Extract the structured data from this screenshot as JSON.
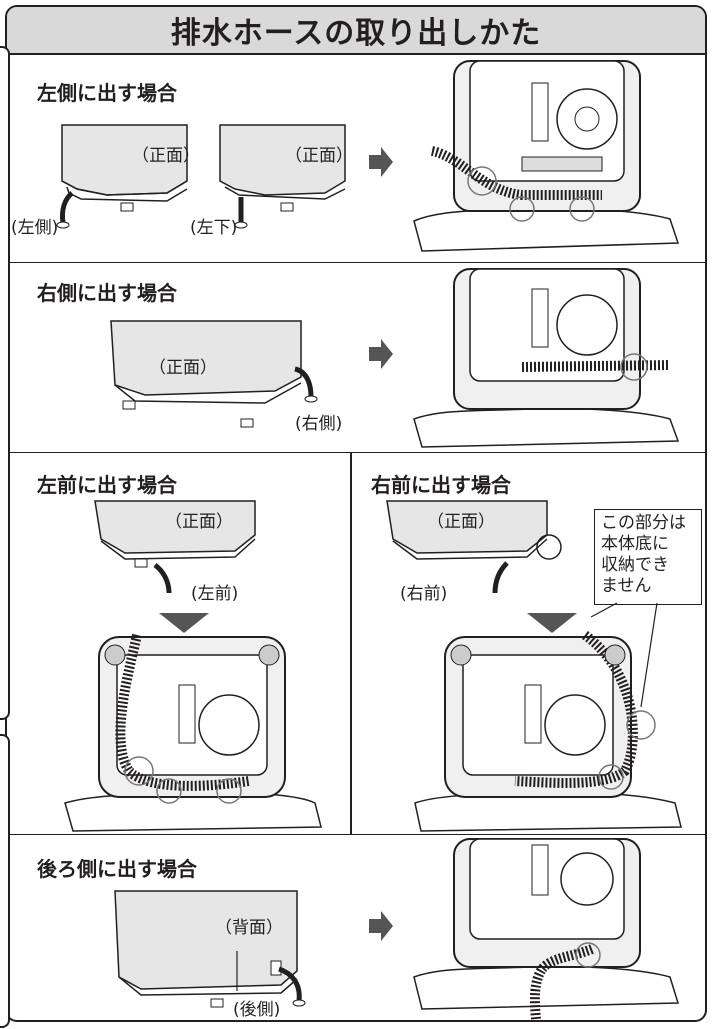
{
  "title": "排水ホースの取り出しかた",
  "sections": {
    "left_side": {
      "title": "左側に出す場合",
      "front_label_1": "（正面）",
      "front_label_2": "（正面）",
      "side_label": "(左側)",
      "down_label": "(左下)"
    },
    "right_side": {
      "title": "右側に出す場合",
      "front_label": "（正面）",
      "side_label": "(右側)"
    },
    "left_front": {
      "title": "左前に出す場合",
      "front_label": "（正面）",
      "side_label": "(左前)"
    },
    "right_front": {
      "title": "右前に出す場合",
      "front_label": "（正面）",
      "side_label": "(右前)",
      "callout_lines": [
        "この部分は",
        "本体底に",
        "収納でき",
        "ません"
      ]
    },
    "back_side": {
      "title": "後ろ側に出す場合",
      "back_label": "（背面）",
      "side_label": "(後側)"
    }
  },
  "colors": {
    "title_bg": "#d9d9d9",
    "line": "#231f20",
    "machine_fill": "#e6e6e6",
    "arrow": "#555555"
  }
}
